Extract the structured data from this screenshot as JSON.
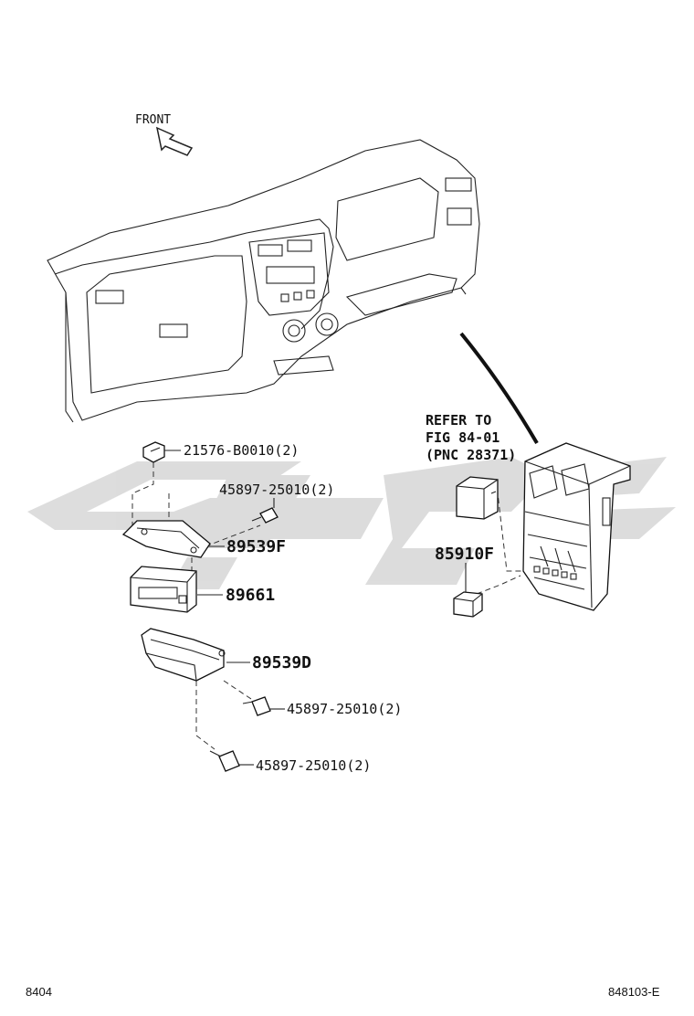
{
  "orientation": {
    "front_label": "FRONT"
  },
  "reference": {
    "line1": "REFER TO",
    "line2": "FIG 84-01",
    "line3": "(PNC 28371)"
  },
  "parts": {
    "clip": "21576-B0010(2)",
    "bolt_top": "45897-25010(2)",
    "bracket_upper": "89539F",
    "ecu": "89661",
    "bracket_lower": "89539D",
    "bolt_mid": "45897-25010(2)",
    "bolt_bottom": "45897-25010(2)",
    "relay": "85910F"
  },
  "footer": {
    "left_code": "8404",
    "right_code": "848103-E"
  },
  "colors": {
    "line": "#111111",
    "watermark": "#d9d9d9"
  }
}
